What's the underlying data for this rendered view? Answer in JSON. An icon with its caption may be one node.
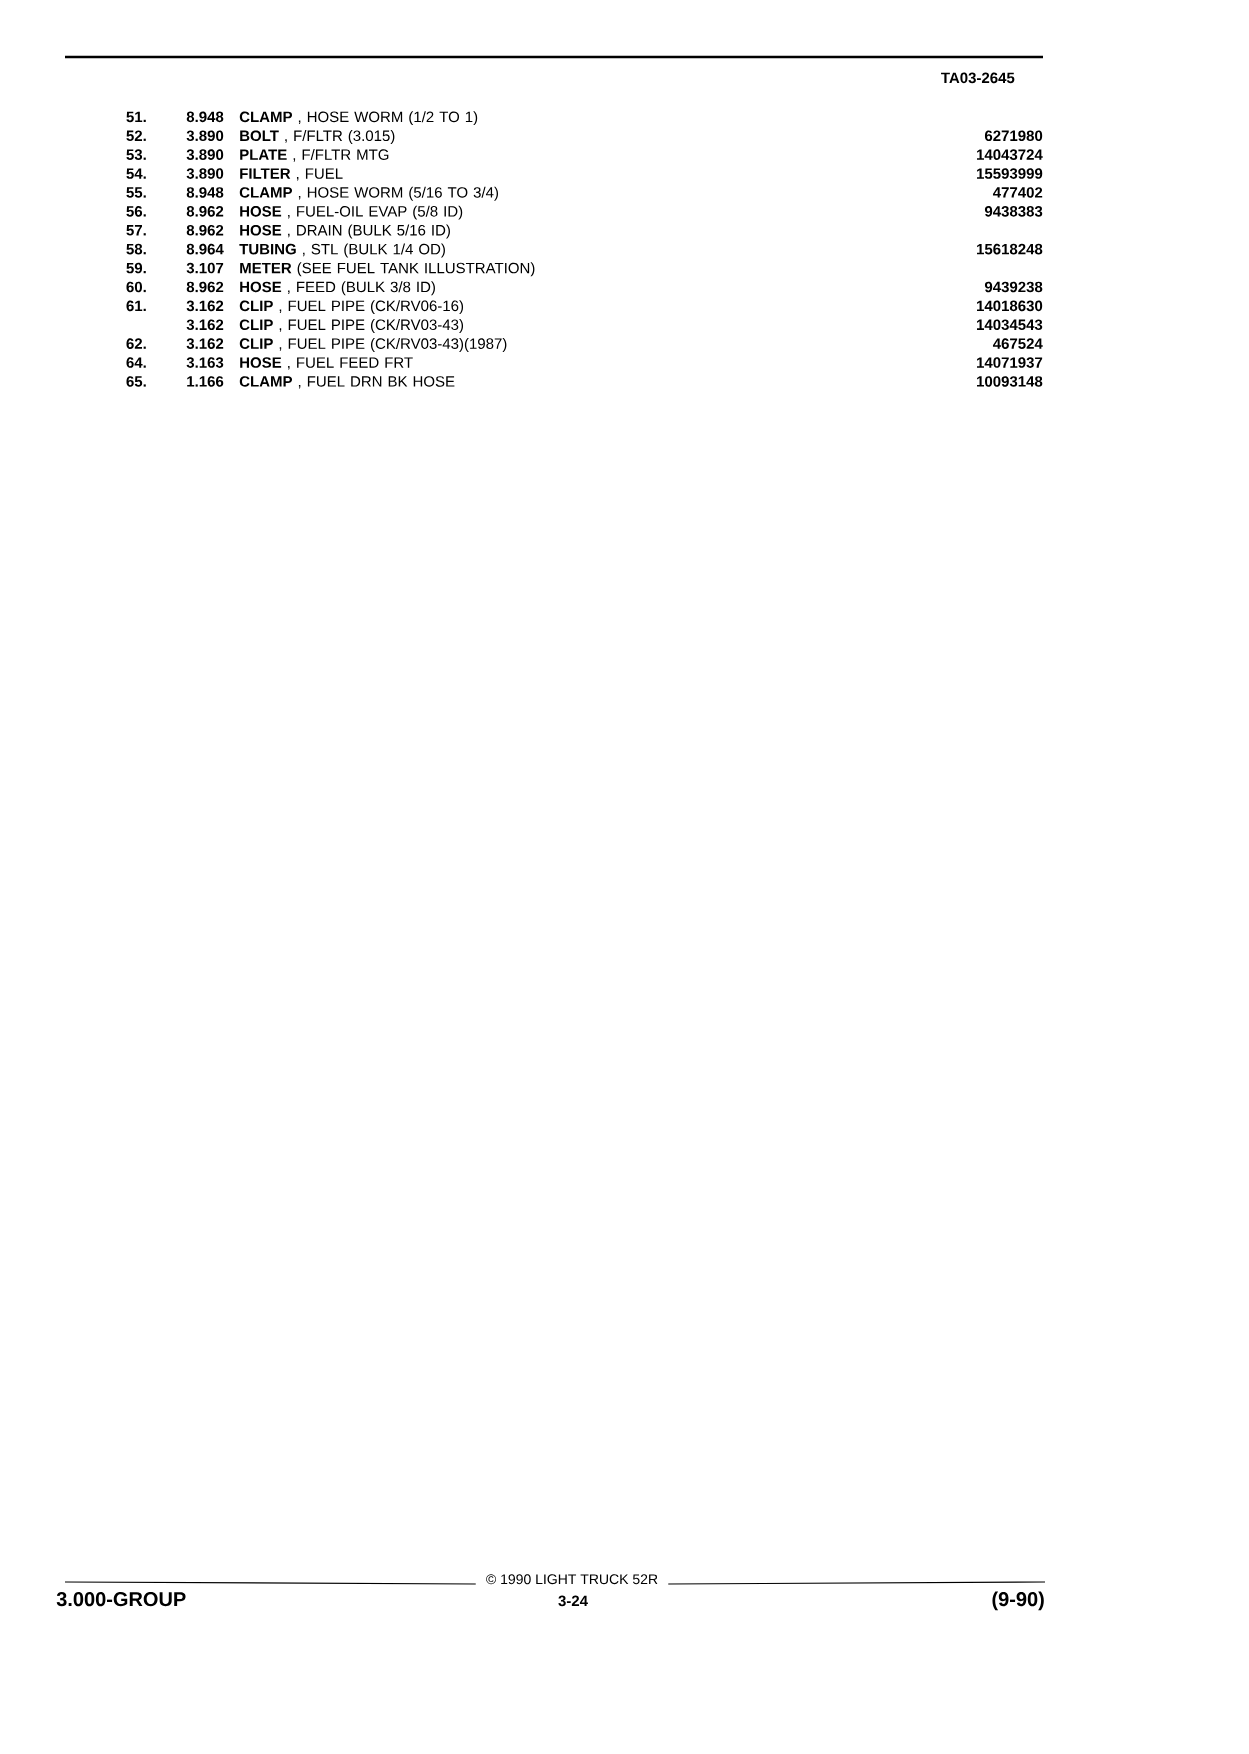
{
  "diagram": {
    "labels": [
      "TA03-2645",
      "51.",
      "8.948",
      "**CLAMP** , HOSE WORM (1/2 TO 1)",
      "52.",
      "3.890",
      "**BOLT** , F/FLTR (3.015)",
      "6271980",
      "53.",
      "3.890",
      "**PLATE** , F/FLTR MTG",
      "14043724",
      "54.",
      "3.890",
      "**FILTER** , FUEL",
      "15593999",
      "55.",
      "8.948",
      "**CLAMP** , HOSE WORM (5/16 TO 3/4)",
      "477402",
      "56.",
      "8.962",
      "**HOSE** , FUEL-OIL EVAP (5/8 ID)",
      "9438383",
      "57.",
      "8.962",
      "**HOSE** , DRAIN (BULK 5/16 ID)",
      "58.",
      "8.964",
      "**TUBING** , STL (BULK 1/4 OD)",
      "15618248",
      "59.",
      "3.107",
      "**METER** (SEE FUEL TANK ILLUSTRATION)",
      "60.",
      "8.962",
      "**HOSE** , FEED (BULK 3/8 ID)",
      "9439238",
      "61.",
      "3.162",
      "**CLIP** , FUEL PIPE (CK/RV06-16)",
      "14018630",
      "3.162",
      "**CLIP** , FUEL PIPE (CK/RV03-43)",
      "14034543",
      "62.",
      "3.162",
      "**CLIP** , FUEL PIPE (CK/RV03-43)(1987)",
      "467524",
      "64.",
      "3.163",
      "**HOSE** , FUEL FEED FRT",
      "14071937",
      "65.",
      "1.166",
      "**CLAMP** , FUEL DRN BK HOSE",
      "10093148",
      "© 1990 LIGHT TRUCK 52R",
      "3.000-GROUP",
      "3-24",
      "(9-90)"
    ]
  }
}
